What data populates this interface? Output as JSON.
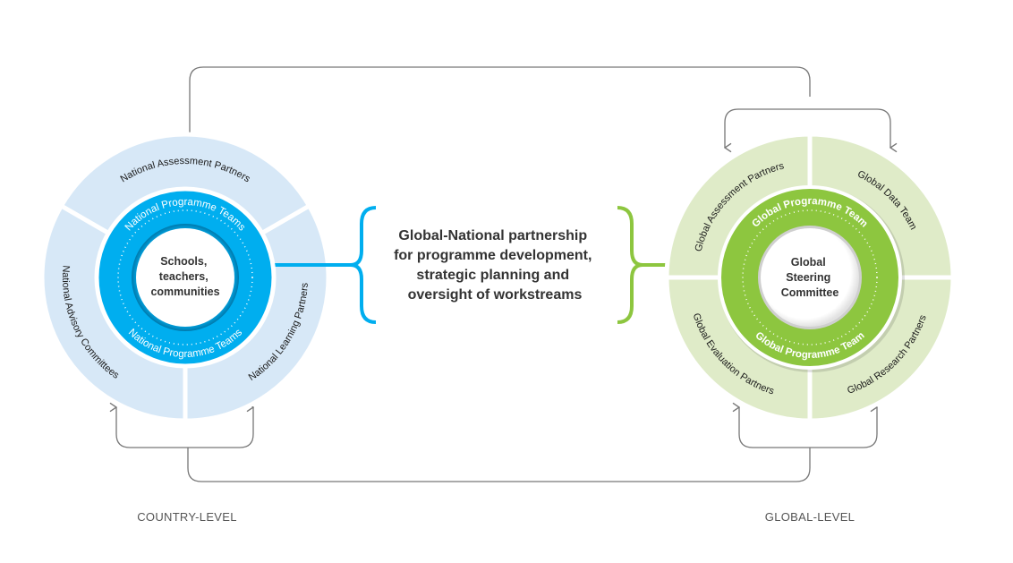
{
  "colors": {
    "country_primary": "#00aeef",
    "country_ring": "#d7e8f7",
    "global_primary": "#8dc63f",
    "global_ring": "#dfebc8",
    "arrows": "#777777",
    "text_dark": "#333333"
  },
  "country": {
    "level_label": "COUNTRY-LEVEL",
    "center_lines": [
      "Schools,",
      "teachers,",
      "communities"
    ],
    "team_top": "National Programme Teams",
    "team_bottom": "National Programme Teams",
    "segments": [
      {
        "label": "National Assessment Partners"
      },
      {
        "label": "National Advisory Committees"
      },
      {
        "label": "National Learning Partners"
      }
    ]
  },
  "global": {
    "level_label": "GLOBAL-LEVEL",
    "center_lines": [
      "Global",
      "Steering",
      "Committee"
    ],
    "team_top": "Global Programme Team",
    "team_bottom": "Global Programme Team",
    "segments": [
      {
        "label": "Global Assessment Partners"
      },
      {
        "label": "Global Data Team"
      },
      {
        "label": "Global Evaluation Partners"
      },
      {
        "label": "Global Research Partners"
      }
    ]
  },
  "partnership": {
    "lines": [
      "Global-National partnership",
      "for programme development,",
      "strategic planning and",
      "oversight of workstreams"
    ]
  }
}
